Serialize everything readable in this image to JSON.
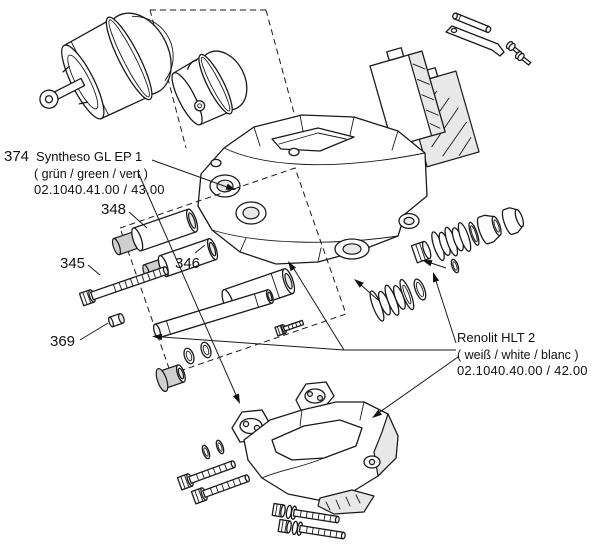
{
  "labels": {
    "l374": {
      "ref": "374",
      "name": "Syntheso GL EP 1",
      "colors": "( grün / green / vert )",
      "part_no": "02.1040.41.00 / 43.00"
    },
    "l348": {
      "ref": "348"
    },
    "l345": {
      "ref": "345"
    },
    "l346": {
      "ref": "346"
    },
    "l369": {
      "ref": "369"
    },
    "renolit": {
      "name": "Renolit HLT 2",
      "colors": "( weiß / white / blanc )",
      "part_no": "02.1040.40.00 / 42.00"
    }
  }
}
